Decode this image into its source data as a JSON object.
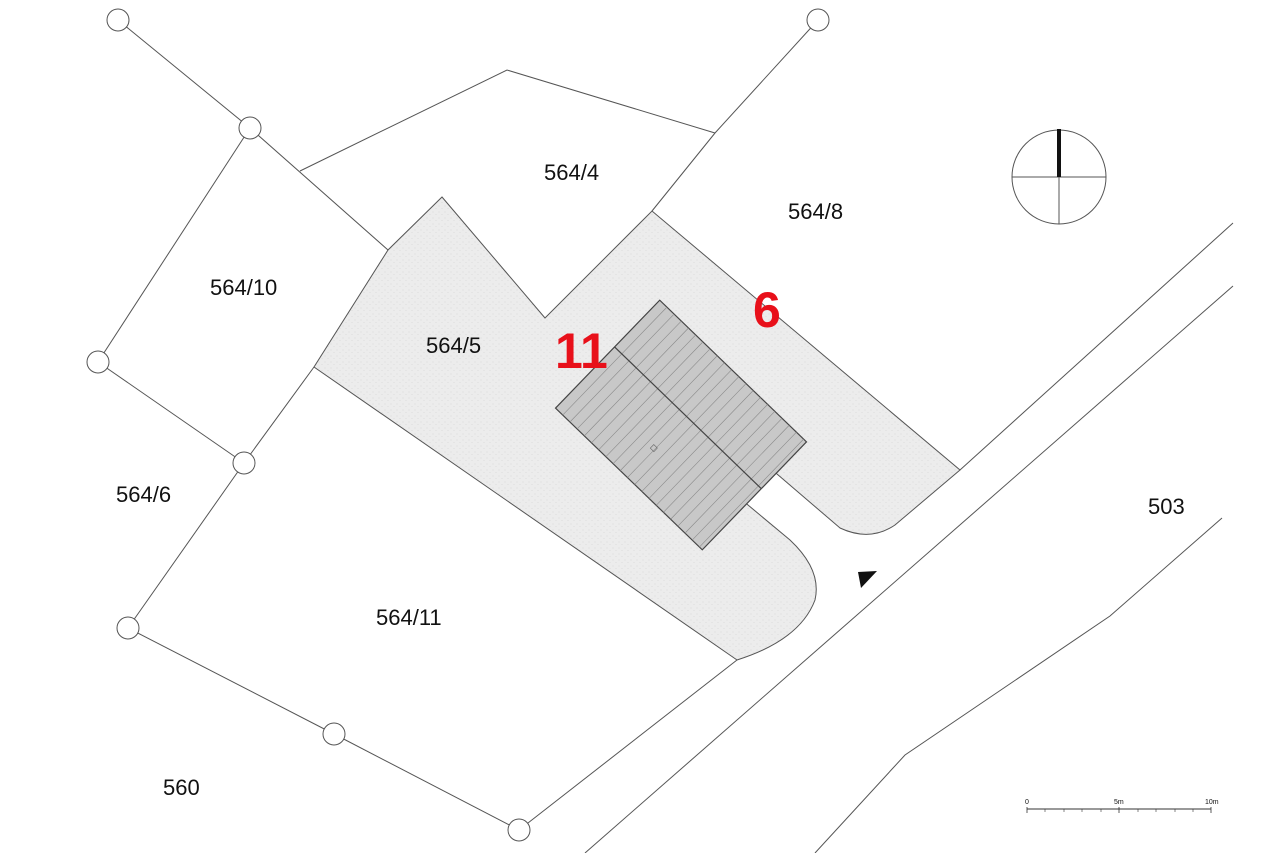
{
  "parcels": {
    "p564_4": "564/4",
    "p564_8": "564/8",
    "p564_10": "564/10",
    "p564_5": "564/5",
    "p564_6": "564/6",
    "p564_11": "564/11",
    "p503": "503",
    "p560": "560"
  },
  "dimensions": {
    "setback_left": "11",
    "setback_right": "6"
  },
  "scale_bar": {
    "start": "0",
    "mid": "5m",
    "end": "10m"
  },
  "colors": {
    "line": "#555555",
    "plot_fill": "#ececec",
    "roof_fill": "#c8c8c8",
    "dimension_text": "#e8101a"
  },
  "icons": {
    "north_arrow": "north-arrow-icon",
    "entrance": "entrance-arrow-icon"
  }
}
